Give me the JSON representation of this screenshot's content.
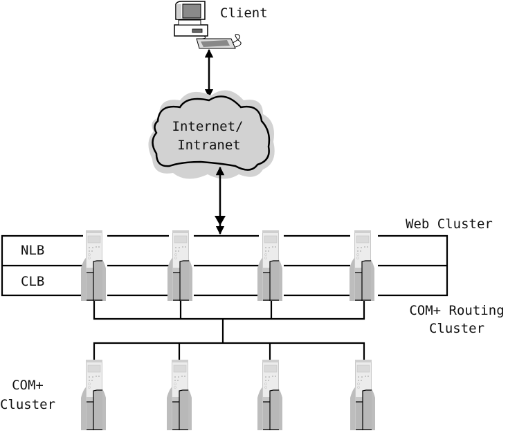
{
  "labels": {
    "client": "Client",
    "cloud_line1": "Internet/",
    "cloud_line2": "Intranet",
    "nlb": "NLB",
    "clb": "CLB",
    "web_cluster": "Web Cluster",
    "routing_line1": "COM+ Routing",
    "routing_line2": "Cluster",
    "com_line1": "COM+",
    "com_line2": "Cluster"
  },
  "web_servers": [
    "web-server-1",
    "web-server-2",
    "web-server-3",
    "web-server-4"
  ],
  "com_servers": [
    "com-server-1",
    "com-server-2",
    "com-server-3",
    "com-server-4"
  ],
  "colors": {
    "line": "#000000",
    "server_light": "#e6e6e6",
    "server_dark": "#b4b4b4",
    "cloud": "#d2d2d2"
  }
}
